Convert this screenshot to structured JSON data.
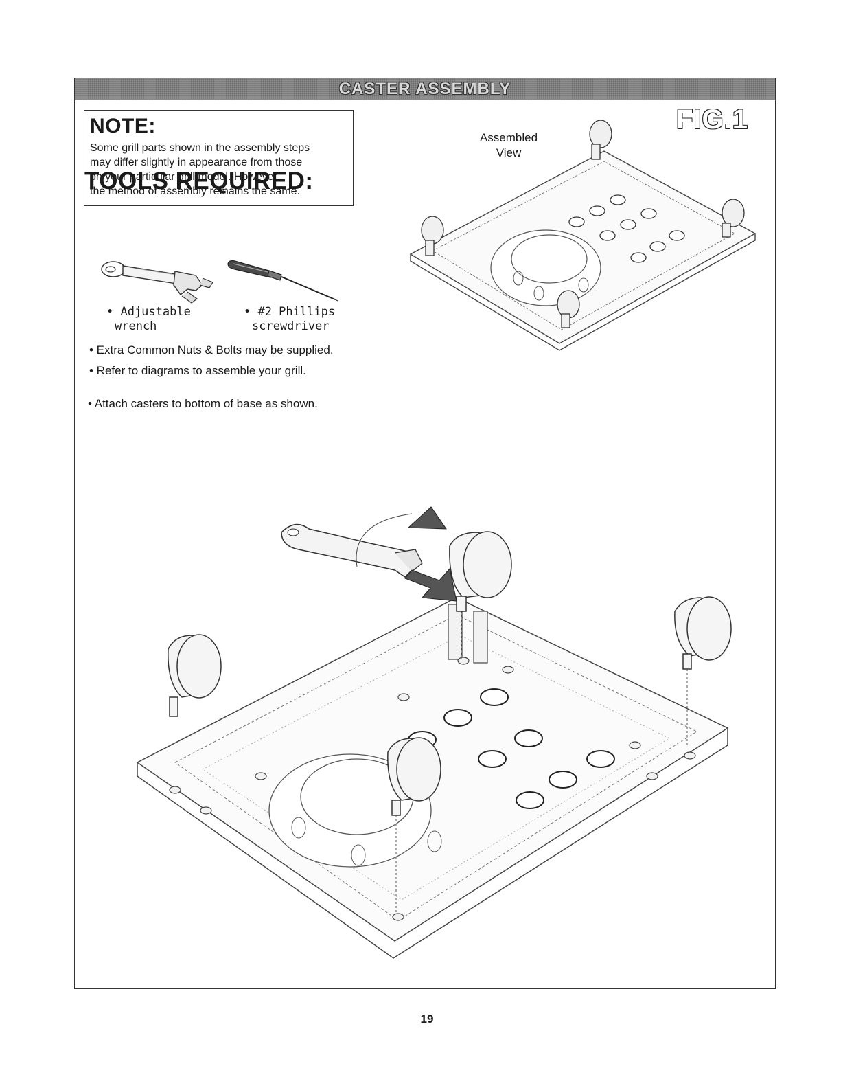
{
  "banner": {
    "title": "CASTER ASSEMBLY"
  },
  "note": {
    "title": "NOTE:",
    "lines": [
      "Some grill parts shown in the assembly steps",
      "may differ slightly in appearance from those",
      "on your particular grill model. However,",
      "the method of assembly remains the same."
    ]
  },
  "tools": {
    "title": "TOOLS REQUIRED:",
    "items": [
      {
        "line1": "• Adjustable",
        "line2": "wrench",
        "icon": "adjustable-wrench-icon"
      },
      {
        "line1": "• #2 Phillips",
        "line2": "screwdriver",
        "icon": "phillips-screwdriver-icon"
      }
    ]
  },
  "bullets": [
    "• Extra Common Nuts & Bolts may be supplied.",
    "• Refer to diagrams to assemble your grill.",
    "•  Attach casters to bottom of base as shown."
  ],
  "figure": {
    "label": "FIG.1",
    "assembled_view_line1": "Assembled",
    "assembled_view_line2": "View"
  },
  "page_number": "19"
}
